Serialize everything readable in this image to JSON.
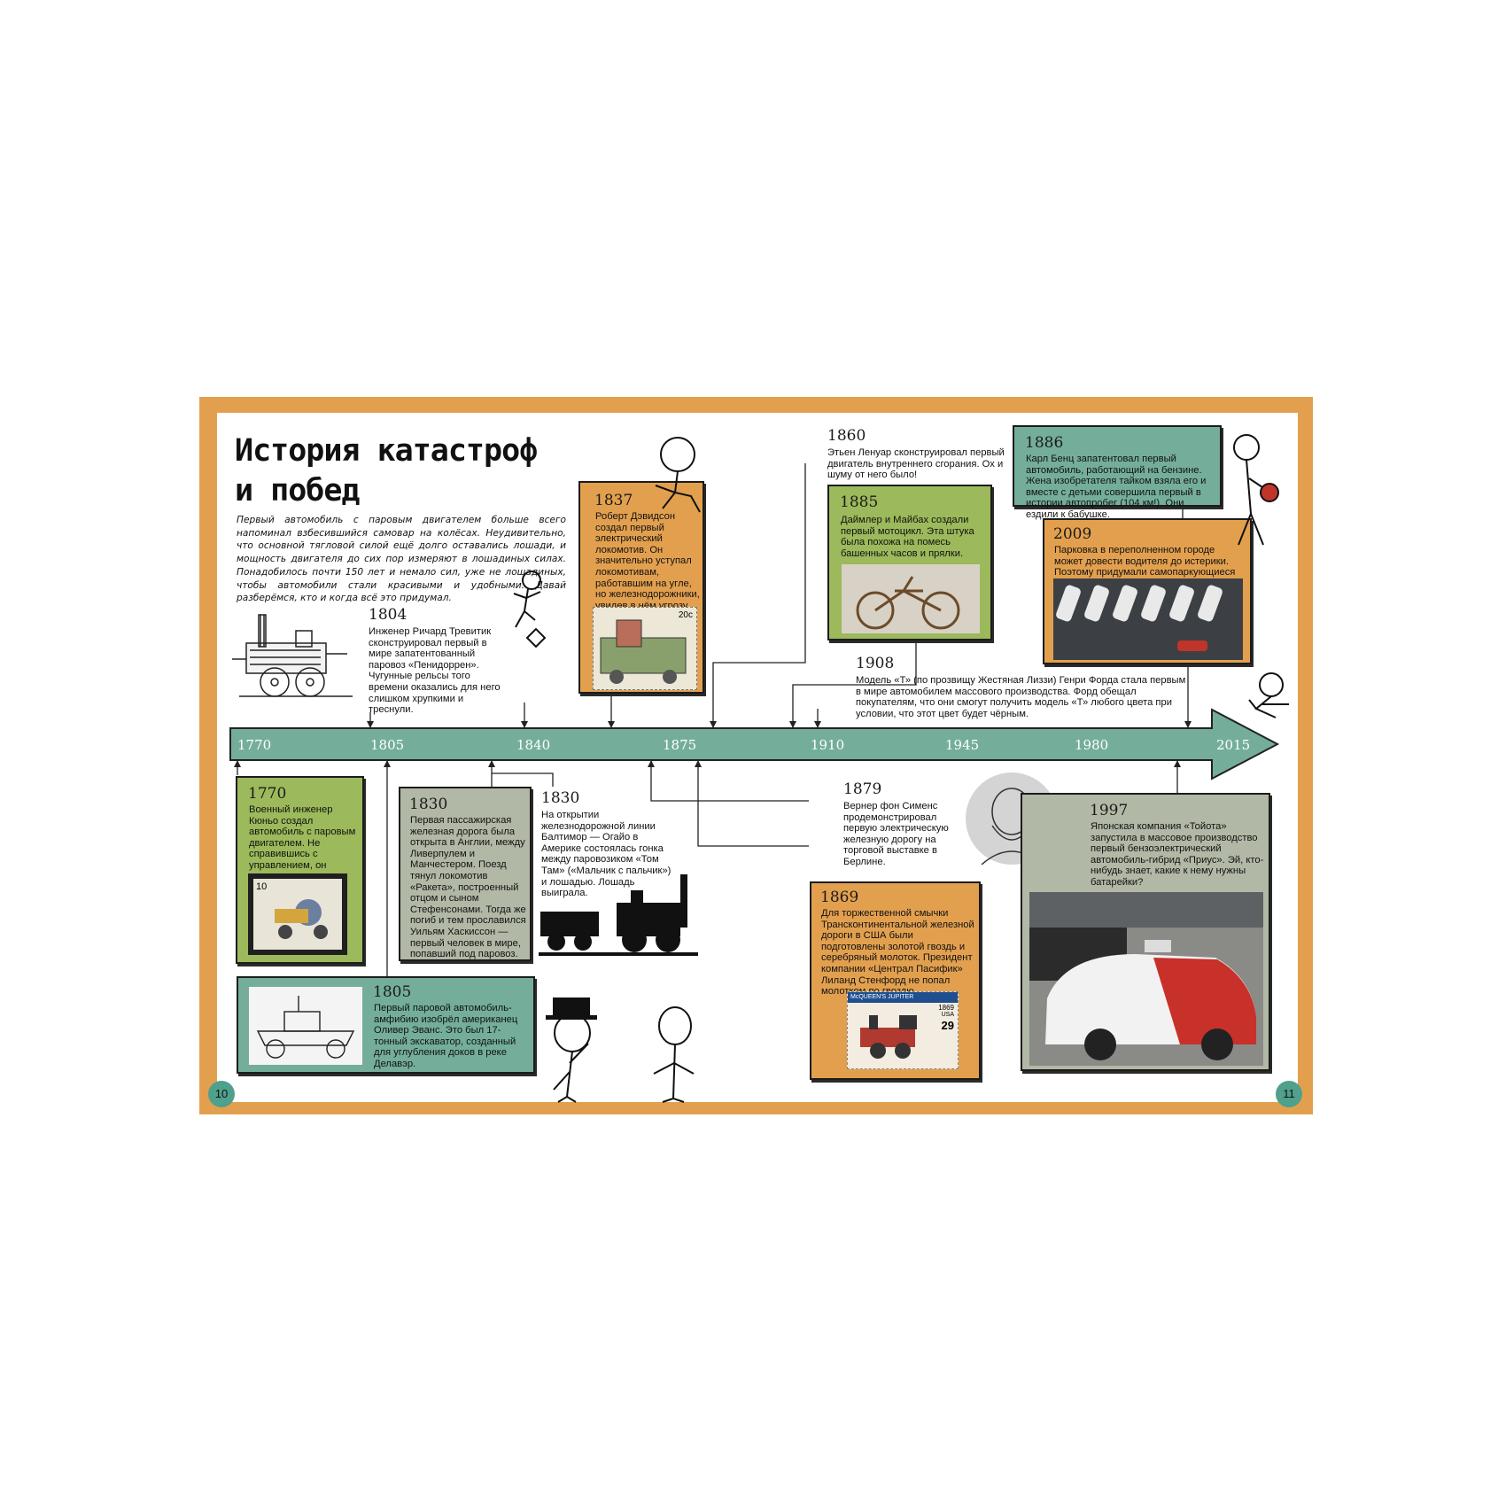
{
  "page": {
    "title_line1": "История катастроф",
    "title_line2": "и побед",
    "intro": "Первый автомобиль с паровым двигателем больше всего напоминал взбесившийся самовар на колёсах. Неудивительно, что основной тягловой силой ещё долго оставались лошади, и мощность двигателя до сих пор измеряют в лошадиных силах. Понадобилось почти 150 лет и немало сил, уже не лошадиных, чтобы автомобили стали красивыми и удобными. Давай разберёмся, кто и когда всё это придумал.",
    "page_left": "10",
    "page_right": "11"
  },
  "timeline": {
    "labels": [
      "1770",
      "1805",
      "1840",
      "1875",
      "1910",
      "1945",
      "1980",
      "2015"
    ],
    "colors": {
      "bar": "#74ae9b",
      "frame": "#e2a04f",
      "green": "#9cb95b",
      "grey": "#b2b8a6"
    }
  },
  "events": {
    "e1804": {
      "year": "1804",
      "text": "Инженер Ричард Тревитик сконструировал первый в мире запатентованный паровоз «Пенидоррен». Чугунные рельсы того времени оказались для него слишком хрупкими и треснули."
    },
    "e1837": {
      "year": "1837",
      "text": "Роберт Дэвидсон создал первый электрический локомотив. Он значительно уступал локомотивам, работавшим на угле, но железнодорожники, увидев в нём угрозу, тайно разрушили его."
    },
    "e1860": {
      "year": "1860",
      "text": "Этьен Ленуар сконструировал первый двигатель внутреннего сгорания. Ох и шуму от него было!"
    },
    "e1885": {
      "year": "1885",
      "text": "Даймлер и Майбах создали первый мотоцикл. Эта штука была похожа на помесь башенных часов и прялки."
    },
    "e1886": {
      "year": "1886",
      "text": "Карл Бенц запатентовал первый автомобиль, работающий на бензине. Жена изобретателя тайком взяла его и вместе с детьми совершила первый в истории автопробег (104 км!). Они ездили к бабушке."
    },
    "e2009": {
      "year": "2009",
      "text": "Парковка в переполненном городе может довести водителя до истерики. Поэтому придумали самопаркующиеся автомобили."
    },
    "e1908": {
      "year": "1908",
      "text": "Модель «Т» (по прозвищу Жестяная Лиззи) Генри Форда стала первым в мире автомобилем массового производства. Форд обещал покупателям, что они смогут получить модель «Т» любого цвета при условии, что этот цвет будет чёрным."
    },
    "e1770": {
      "year": "1770",
      "text": "Военный инженер Кюньо создал автомобиль с паровым двигателем. Не справившись с управлением, он врезался в стену."
    },
    "e1830a": {
      "year": "1830",
      "text": "Первая пассажирская железная дорога была открыта в Англии, между Ливерпулем и Манчестером. Поезд тянул локомотив «Ракета», построенный отцом и сыном Стефенсонами. Тогда же погиб и тем прославился Уильям Хаскиссон — первый человек в мире, попавший под паровоз."
    },
    "e1830b": {
      "year": "1830",
      "text": "На открытии железнодорожной линии Балтимор — Огайо в Америке состоялась гонка между паровозиком «Том Там» («Мальчик с пальчик») и лошадью. Лошадь выиграла."
    },
    "e1805": {
      "year": "1805",
      "text": "Первый паровой автомобиль-амфибию изобрёл американец Оливер Эванс. Это был 17-тонный экскаватор, созданный для углубления доков в реке Делавэр."
    },
    "e1879": {
      "year": "1879",
      "text": "Вернер фон Сименс продемонстрировал первую электрическую железную дорогу на торговой выставке в Берлине."
    },
    "e1869": {
      "year": "1869",
      "text": "Для торжественной смычки Трансконтинентальной железной дороги в США были подготовлены золотой гвоздь и серебряный молоток. Президент компании «Централ Пасифик» Лиланд Стенфорд не попал молотком по гвоздю."
    },
    "e1997": {
      "year": "1997",
      "text": "Японская компания «Тойота» запустила в массовое производство первый бензоэлектрический автомобиль-гибрид «Приус». Эй, кто-нибудь знает, какие к нему нужны батарейки?"
    }
  },
  "stamps": {
    "stamp_1770_value": "10",
    "stamp_1837_value": "20c",
    "stamp_1869_name": "McQUEEN'S JUPITER",
    "stamp_1869_year": "1869",
    "stamp_1869_value": "29",
    "stamp_1869_country": "USA"
  }
}
